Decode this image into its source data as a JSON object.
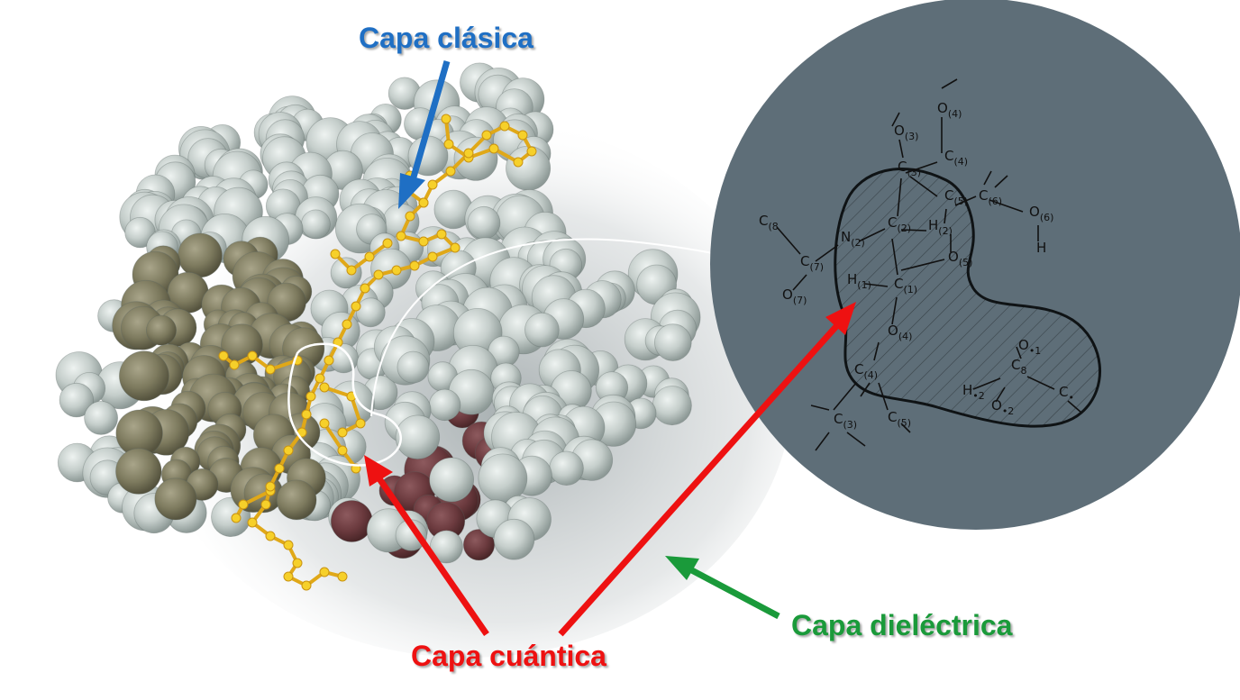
{
  "labels": {
    "classical_layer": "Capa clásica",
    "quantum_layer": "Capa cuántica",
    "dielectric_layer": "Capa dieléctrica"
  },
  "colors": {
    "classical": "#1f6fc4",
    "quantum": "#ee1111",
    "dielectric": "#1a9a3a",
    "protein_atoms": "#c7d0cd",
    "ligand": "#f2c21b",
    "active_site": "#6b3a3e",
    "hydrophobic_region": "#7d7a5e",
    "inset_background": "#5e6e78"
  },
  "inset_atoms": [
    {
      "sym": "O",
      "sub": "(4)"
    },
    {
      "sym": "O",
      "sub": "(3)"
    },
    {
      "sym": "C",
      "sub": "(4)"
    },
    {
      "sym": "C",
      "sub": "(3)"
    },
    {
      "sym": "C",
      "sub": "(5)"
    },
    {
      "sym": "C",
      "sub": "(6)"
    },
    {
      "sym": "O",
      "sub": "(6)"
    },
    {
      "sym": "H",
      "sub": ""
    },
    {
      "sym": "C",
      "sub": "(8"
    },
    {
      "sym": "N",
      "sub": "(2)"
    },
    {
      "sym": "C",
      "sub": "(2)"
    },
    {
      "sym": "H",
      "sub": "(2)"
    },
    {
      "sym": "C",
      "sub": "(7)"
    },
    {
      "sym": "O",
      "sub": "(5)"
    },
    {
      "sym": "H",
      "sub": "(1)"
    },
    {
      "sym": "C",
      "sub": "(1)"
    },
    {
      "sym": "O",
      "sub": "(7)"
    },
    {
      "sym": "O",
      "sub": "(4)"
    },
    {
      "sym": "O",
      "sub": "•1"
    },
    {
      "sym": "H",
      "sub": "•2"
    },
    {
      "sym": "C",
      "sub": "8"
    },
    {
      "sym": "O",
      "sub": "•2"
    },
    {
      "sym": "C",
      "sub": "(4)"
    },
    {
      "sym": "C",
      "sub": "•"
    },
    {
      "sym": "C",
      "sub": "(3)"
    },
    {
      "sym": "C",
      "sub": "(5)"
    }
  ]
}
